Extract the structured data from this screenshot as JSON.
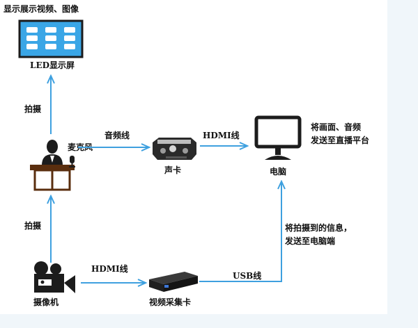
{
  "diagram": {
    "top_caption": "显示展示视频、图像",
    "led_screen": "LED显示屏",
    "shoot_upper": "拍摄",
    "shoot_lower": "拍摄",
    "microphone": "麦克风",
    "audio_line": "音频线",
    "sound_card": "声卡",
    "hdmi_to_pc": "HDMI线",
    "computer": "电脑",
    "pc_note_line1": "将画面、音频",
    "pc_note_line2": "发送至直播平台",
    "capture_note_line1": "将拍摄到的信息，",
    "capture_note_line2": "发送至电脑端",
    "camera": "摄像机",
    "hdmi_from_camera": "HDMI线",
    "capture_card": "视频采集卡",
    "usb_line": "USB线"
  },
  "colors": {
    "arrow": "#3ea0df",
    "device_dark": "#1c1c1c",
    "screen_blue": "#3aa6e6",
    "desk_brown": "#5a2e0e"
  }
}
